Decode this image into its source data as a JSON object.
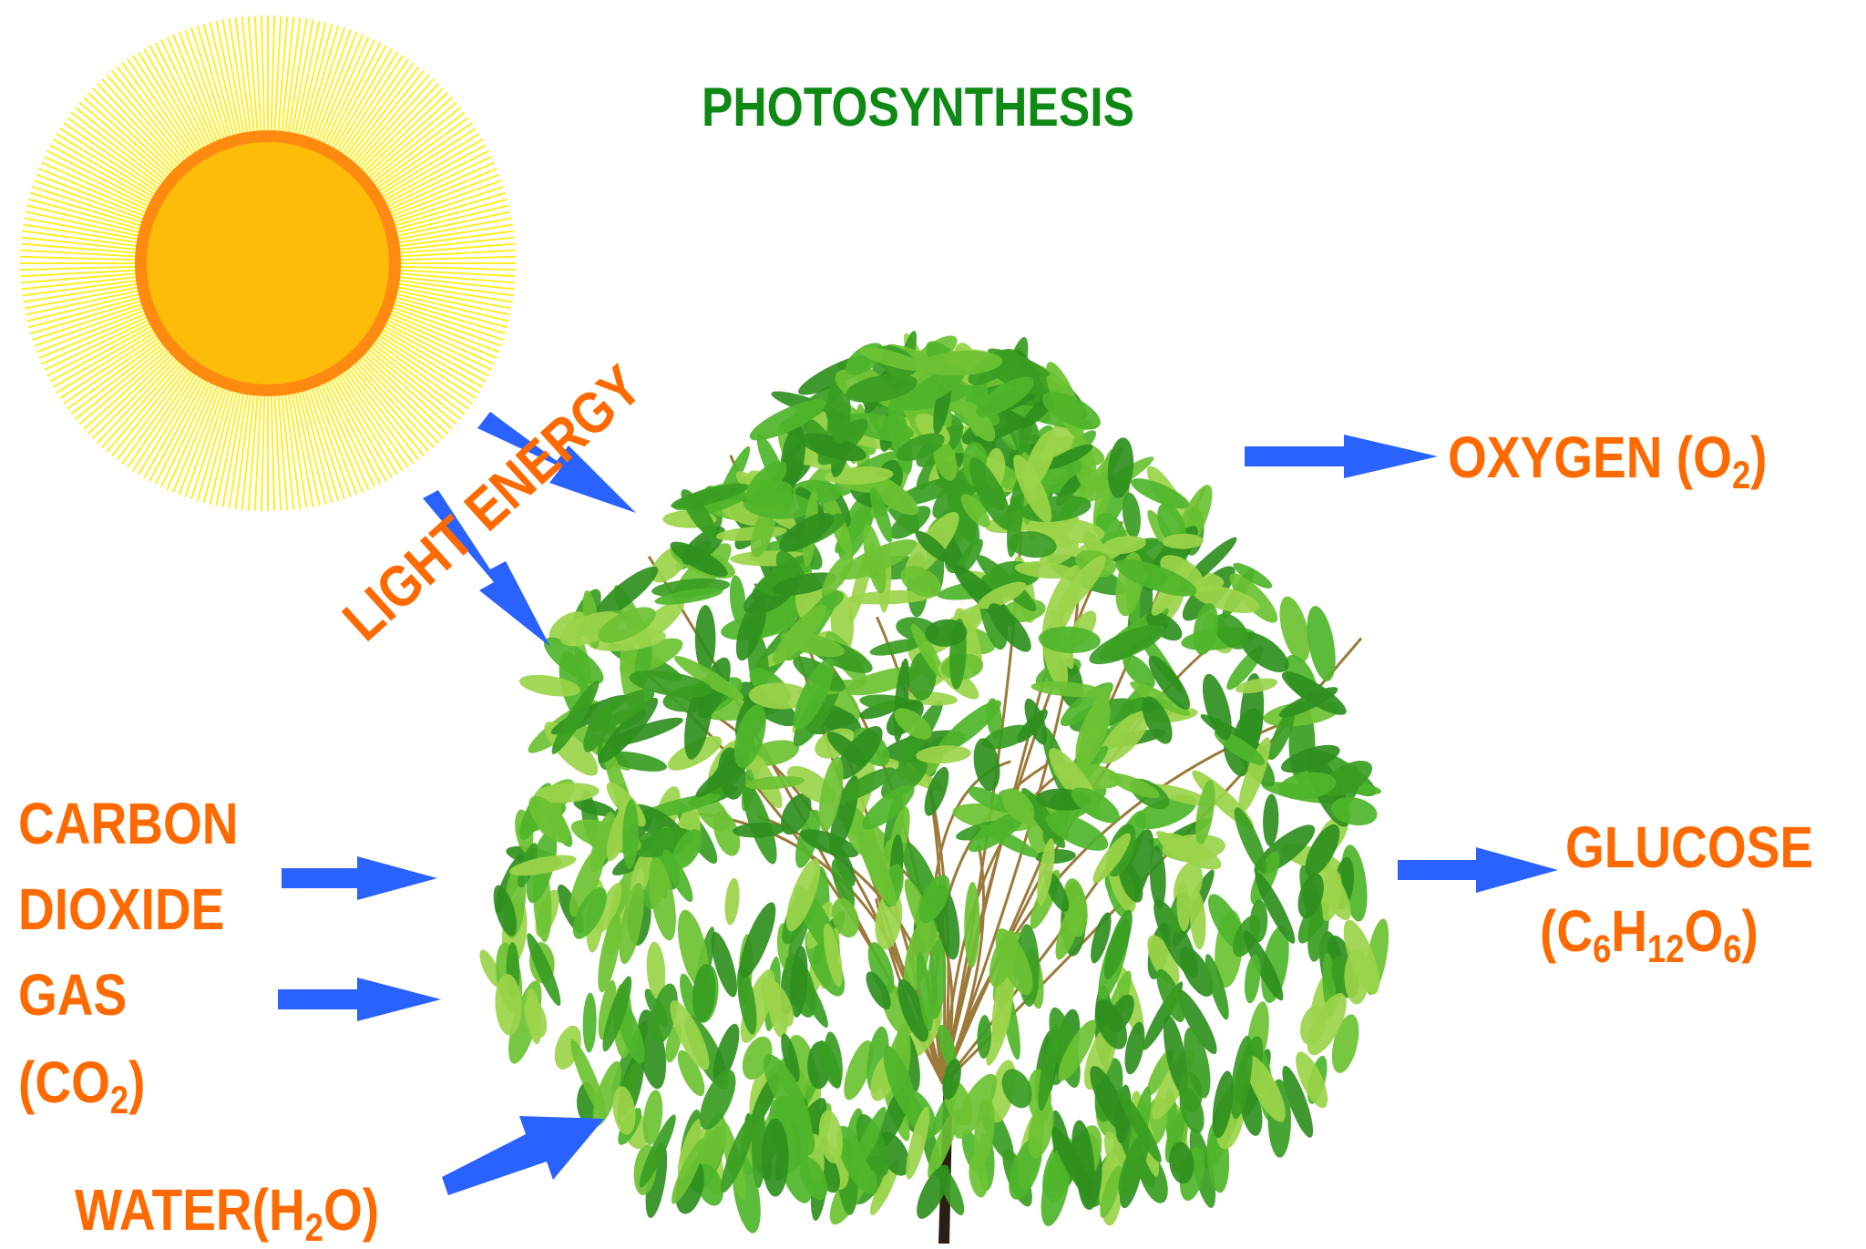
{
  "title": "PHOTOSYNTHESIS",
  "colors": {
    "title": "#0e8a14",
    "label": "#ff6a00",
    "arrow": "#2962ff",
    "sun_disc": "#ffbb0a",
    "sun_ring": "#ff8a10",
    "sun_rays": "#ffee22",
    "leaf_dark": "#2f8f1e",
    "leaf_mid": "#4fb52a",
    "leaf_light": "#9bd44a",
    "trunk": "#2a1f14"
  },
  "sun": {
    "icon": "sun-icon"
  },
  "tree": {
    "icon": "tree-icon"
  },
  "labels": {
    "light_energy": "LIGHT ENERGY",
    "oxygen": {
      "text": "OXYGEN (O",
      "sub": "2",
      "close": ")"
    },
    "glucose": {
      "name": "GLUCOSE",
      "formula": {
        "open": "(C",
        "c_sub": "6",
        "h": "H",
        "h_sub": "12",
        "o": "O",
        "o_sub": "6",
        "close": ")"
      }
    },
    "carbon_dioxide": {
      "line1": "CARBON",
      "line2": "DIOXIDE",
      "line3": "GAS",
      "line4": {
        "open": "(CO",
        "sub": "2",
        "close": ")"
      }
    },
    "water": {
      "text": "WATER(H",
      "sub": "2",
      "close": "O)"
    }
  },
  "arrows": [
    {
      "name": "light-arrow-upper",
      "direction": "down-right",
      "target": "tree"
    },
    {
      "name": "light-arrow-lower",
      "direction": "down-right",
      "target": "tree"
    },
    {
      "name": "oxygen-arrow",
      "direction": "right",
      "target": "oxygen"
    },
    {
      "name": "glucose-arrow",
      "direction": "right",
      "target": "glucose"
    },
    {
      "name": "co2-arrow-upper",
      "direction": "right",
      "target": "tree"
    },
    {
      "name": "co2-arrow-lower",
      "direction": "right",
      "target": "tree"
    },
    {
      "name": "water-arrow",
      "direction": "up-right",
      "target": "tree"
    }
  ]
}
